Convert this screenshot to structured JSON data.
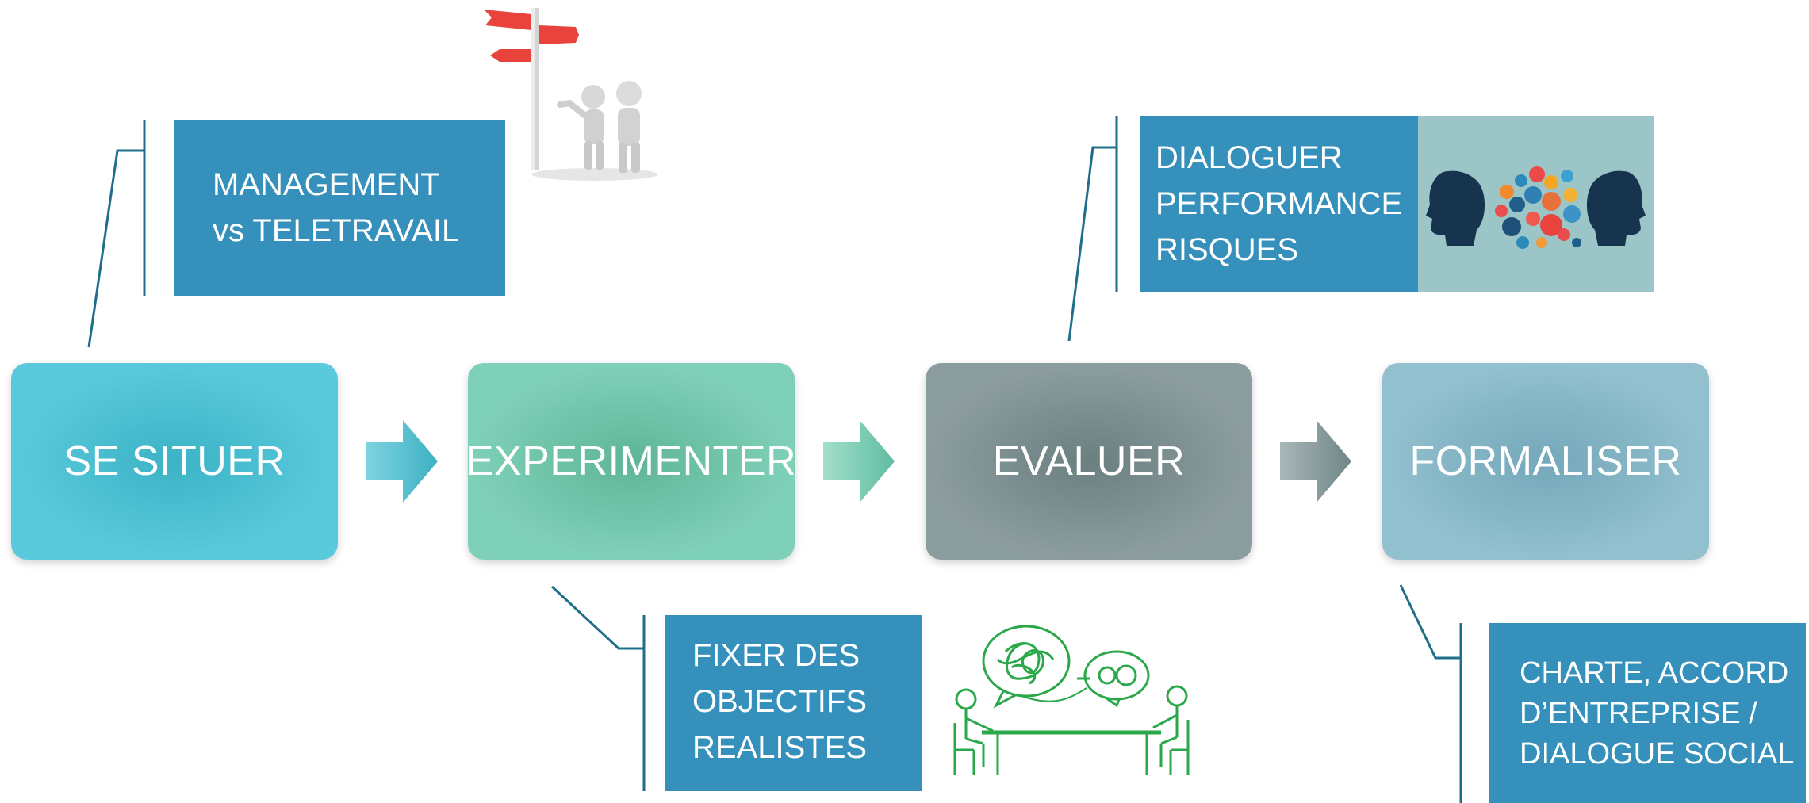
{
  "stages": [
    {
      "label": "SE SITUER",
      "color": "#5ac9dc"
    },
    {
      "label": "EXPERIMENTER",
      "color": "#77ccb3"
    },
    {
      "label": "EVALUER",
      "color": "#86989a"
    },
    {
      "label": "FORMALISER",
      "color": "#8dbccb"
    }
  ],
  "callouts": {
    "management": [
      "MANAGEMENT",
      "vs TELETRAVAIL"
    ],
    "dialoguer": [
      "DIALOGUER",
      "PERFORMANCE",
      "RISQUES"
    ],
    "objectifs": [
      "FIXER DES",
      "OBJECTIFS",
      "REALISTES"
    ],
    "charte": [
      "CHARTE, ACCORD",
      "D’ENTREPRISE /",
      "DIALOGUE SOCIAL"
    ]
  },
  "colors": {
    "callout_bg": "#3591bb",
    "connector": "#1f6f8b",
    "illustration_green": "#2aa84a"
  },
  "icons": [
    "signpost-figures-icon",
    "dialogue-heads-icon",
    "conversation-figures-icon"
  ]
}
